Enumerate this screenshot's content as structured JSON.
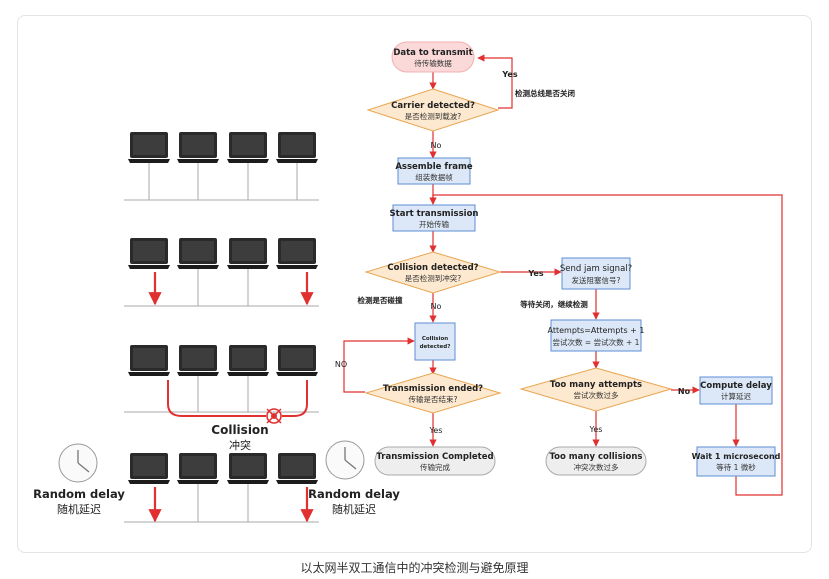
{
  "caption": "以太网半双工通信中的冲突检测与避免原理",
  "left": {
    "collision": {
      "en": "Collision",
      "zh": "冲突"
    },
    "random_delay_left": {
      "en": "Random delay",
      "zh": "随机延迟"
    },
    "random_delay_right": {
      "en": "Random delay",
      "zh": "随机延迟"
    }
  },
  "flow": {
    "data_to_transmit": {
      "en": "Data to transmit",
      "zh": "待传输数据"
    },
    "carrier_detected": {
      "en": "Carrier detected?",
      "zh": "是否检测到载波?"
    },
    "yes_carrier": "Yes",
    "check_bus": "检测总线是否关闭",
    "no_carrier": "No",
    "assemble_frame": {
      "en": "Assemble frame",
      "zh": "组装数据帧"
    },
    "start_transmission": {
      "en": "Start transmission",
      "zh": "开始传输"
    },
    "collision_detected": {
      "en": "Collision detected?",
      "zh": "是否检测到冲突?"
    },
    "yes_collision": "Yes",
    "send_jam": {
      "en": "Send jam signal?",
      "zh": "发送阻塞信号?"
    },
    "wait_close": "等待关闭，继续检测",
    "check_collision": "检测是否碰撞",
    "no_collision": "No",
    "small_box": {
      "en1": "Collision",
      "en2": "detected?"
    },
    "no_loop": "NO",
    "attempts": {
      "en": "Attempts=Attempts + 1",
      "zh": "尝试次数 = 尝试次数 + 1"
    },
    "transmission_ended": {
      "en": "Transmission ended?",
      "zh": "传输是否结束?"
    },
    "yes_ended": "Yes",
    "too_many": {
      "en": "Too many attempts",
      "zh": "尝试次数过多"
    },
    "no_too_many": "No",
    "compute_delay": {
      "en": "Compute delay",
      "zh": "计算延迟"
    },
    "yes_too_many": "Yes",
    "transmission_completed": {
      "en": "Transmission Completed",
      "zh": "传输完成"
    },
    "too_many_collisions": {
      "en": "Too many collisions",
      "zh": "冲突次数过多"
    },
    "wait": {
      "en": "Wait 1 microsecond",
      "zh": "等待 1 微秒"
    }
  },
  "colors": {
    "red": "#e03030",
    "blue_fill": "#dce8f7",
    "blue_stroke": "#5b8ed6",
    "orange_fill": "#fde9cf",
    "orange_stroke": "#e8a651",
    "pink_fill": "#fbd9d9",
    "gray_fill": "#eeeeee",
    "gray_stroke": "#aaaaaa"
  }
}
